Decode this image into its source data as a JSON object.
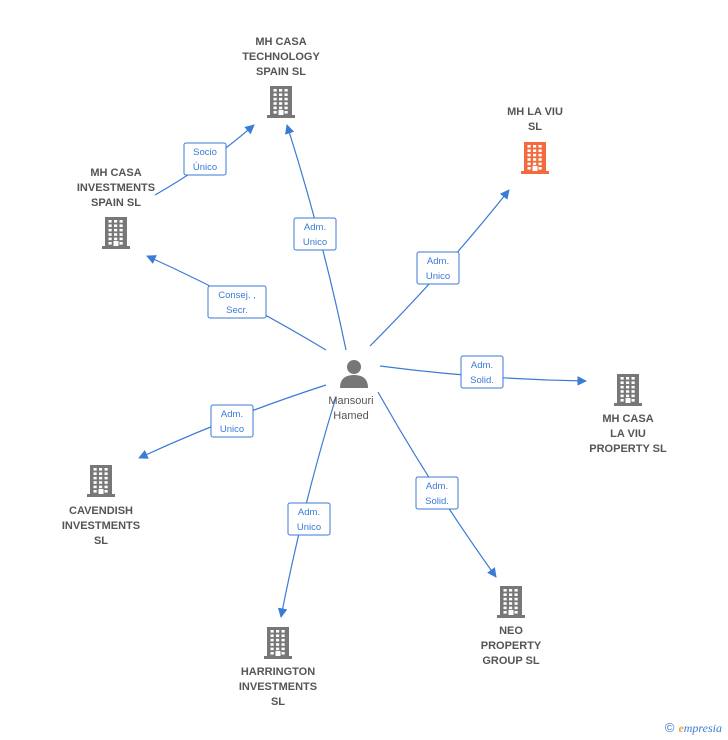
{
  "colors": {
    "edge": "#3a7bd5",
    "company": "#777777",
    "highlight": "#f26a3d",
    "person": "#777777"
  },
  "person": {
    "label_lines": [
      "Mansouri",
      "Hamed"
    ],
    "icon": "person-icon"
  },
  "companies": [
    {
      "id": "mh-casa-technology-spain",
      "label_lines": [
        "MH CASA",
        "TECHNOLOGY",
        "SPAIN  SL"
      ],
      "highlight": false,
      "icon": "building-icon"
    },
    {
      "id": "mh-la-viu",
      "label_lines": [
        "MH LA VIU",
        "SL"
      ],
      "highlight": true,
      "icon": "building-icon"
    },
    {
      "id": "mh-casa-investments-spain",
      "label_lines": [
        "MH CASA",
        "INVESTMENTS",
        "SPAIN  SL"
      ],
      "highlight": false,
      "icon": "building-icon"
    },
    {
      "id": "mh-casa-la-viu-property",
      "label_lines": [
        "MH CASA",
        "LA VIU",
        "PROPERTY  SL"
      ],
      "highlight": false,
      "icon": "building-icon"
    },
    {
      "id": "cavendish-investments",
      "label_lines": [
        "CAVENDISH",
        "INVESTMENTS",
        "SL"
      ],
      "highlight": false,
      "icon": "building-icon"
    },
    {
      "id": "neo-property-group",
      "label_lines": [
        "NEO",
        "PROPERTY",
        "GROUP  SL"
      ],
      "highlight": false,
      "icon": "building-icon"
    },
    {
      "id": "harrington-investments",
      "label_lines": [
        "HARRINGTON",
        "INVESTMENTS",
        "SL"
      ],
      "highlight": false,
      "icon": "building-icon"
    }
  ],
  "edges": [
    {
      "from": "person",
      "to": "mh-casa-technology-spain",
      "label_lines": [
        "Adm.",
        "Unico"
      ]
    },
    {
      "from": "person",
      "to": "mh-la-viu",
      "label_lines": [
        "Adm.",
        "Unico"
      ]
    },
    {
      "from": "person",
      "to": "mh-casa-investments-spain",
      "label_lines": [
        "Consej. ,",
        "Secr."
      ]
    },
    {
      "from": "mh-casa-investments-spain",
      "to": "mh-casa-technology-spain",
      "label_lines": [
        "Socio",
        "Único"
      ]
    },
    {
      "from": "person",
      "to": "mh-casa-la-viu-property",
      "label_lines": [
        "Adm.",
        "Solid."
      ]
    },
    {
      "from": "person",
      "to": "cavendish-investments",
      "label_lines": [
        "Adm.",
        "Unico"
      ]
    },
    {
      "from": "person",
      "to": "neo-property-group",
      "label_lines": [
        "Adm.",
        "Solid."
      ]
    },
    {
      "from": "person",
      "to": "harrington-investments",
      "label_lines": [
        "Adm.",
        "Unico"
      ]
    }
  ],
  "footer": {
    "copyright": "©",
    "brand_initial": "e",
    "brand_rest": "mpresia"
  }
}
